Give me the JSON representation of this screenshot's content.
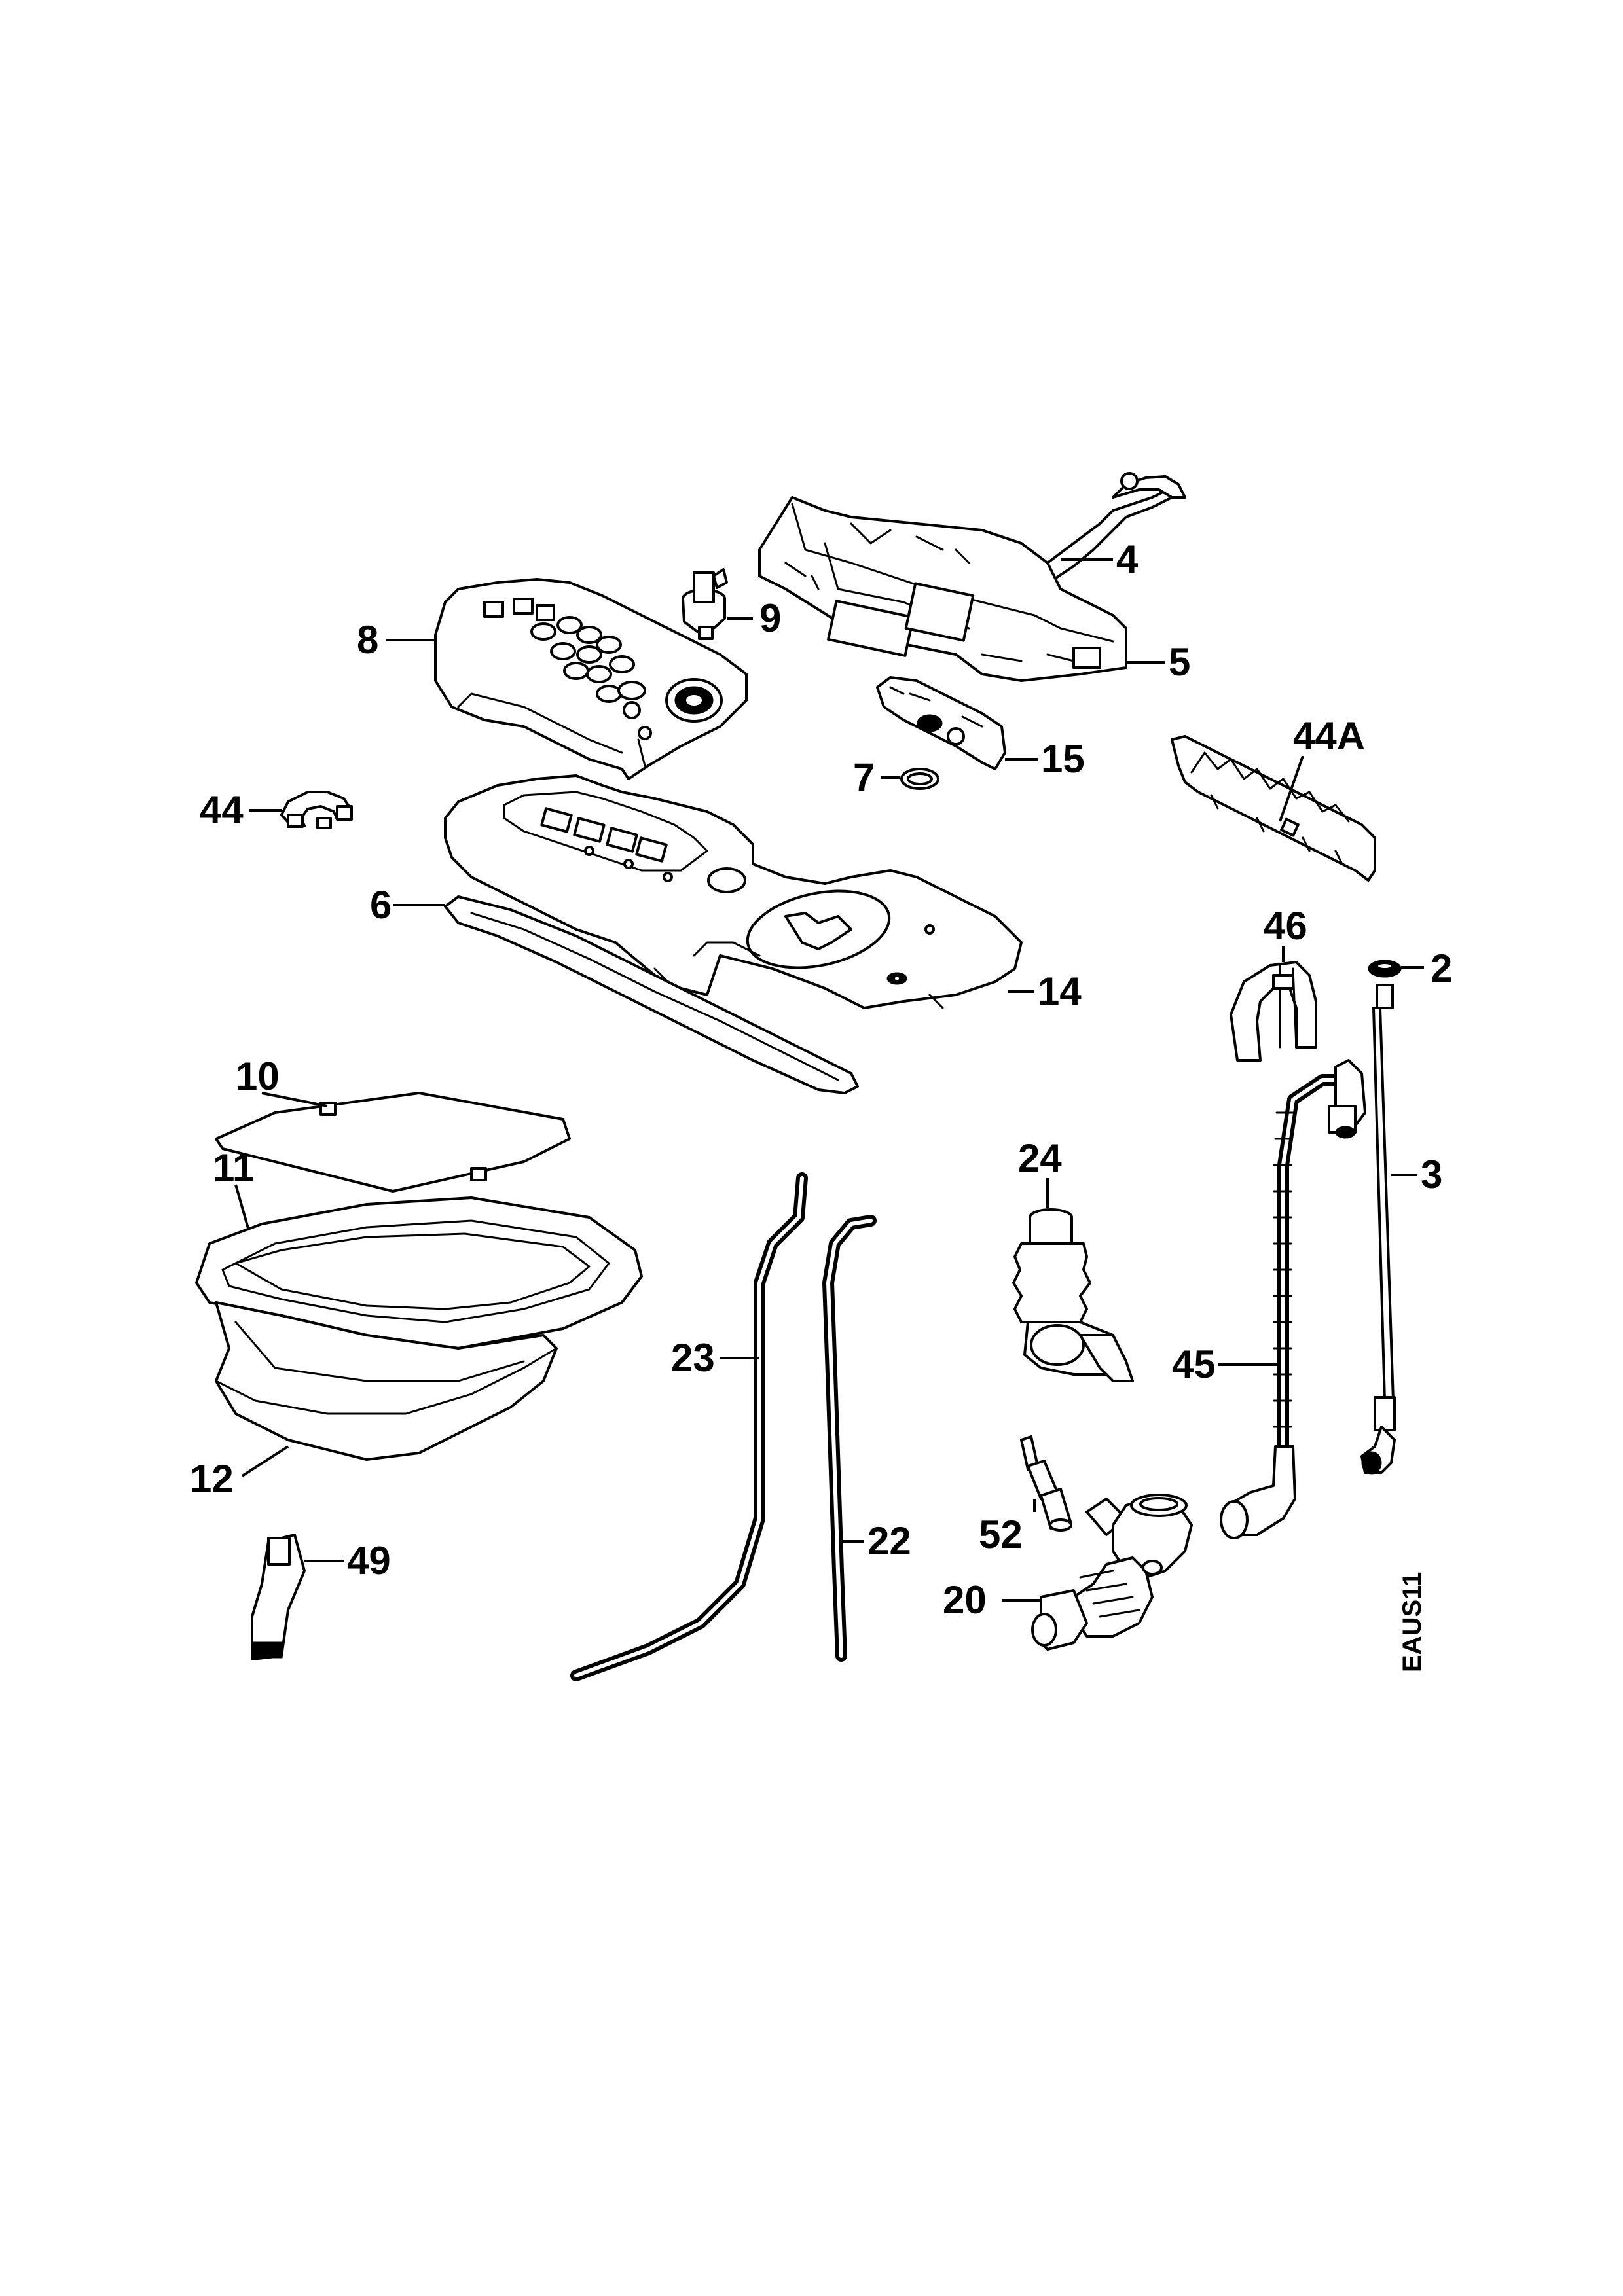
{
  "diagram": {
    "labels": {
      "p2": "2",
      "p3": "3",
      "p4": "4",
      "p5": "5",
      "p6": "6",
      "p7": "7",
      "p8": "8",
      "p9": "9",
      "p10": "10",
      "p11": "11",
      "p12": "12",
      "p14": "14",
      "p15": "15",
      "p20": "20",
      "p22": "22",
      "p23": "23",
      "p24": "24",
      "p44": "44",
      "p44a": "44A",
      "p45": "45",
      "p46": "46",
      "p49": "49",
      "p52": "52"
    },
    "drawing_code": "EAUS11"
  }
}
